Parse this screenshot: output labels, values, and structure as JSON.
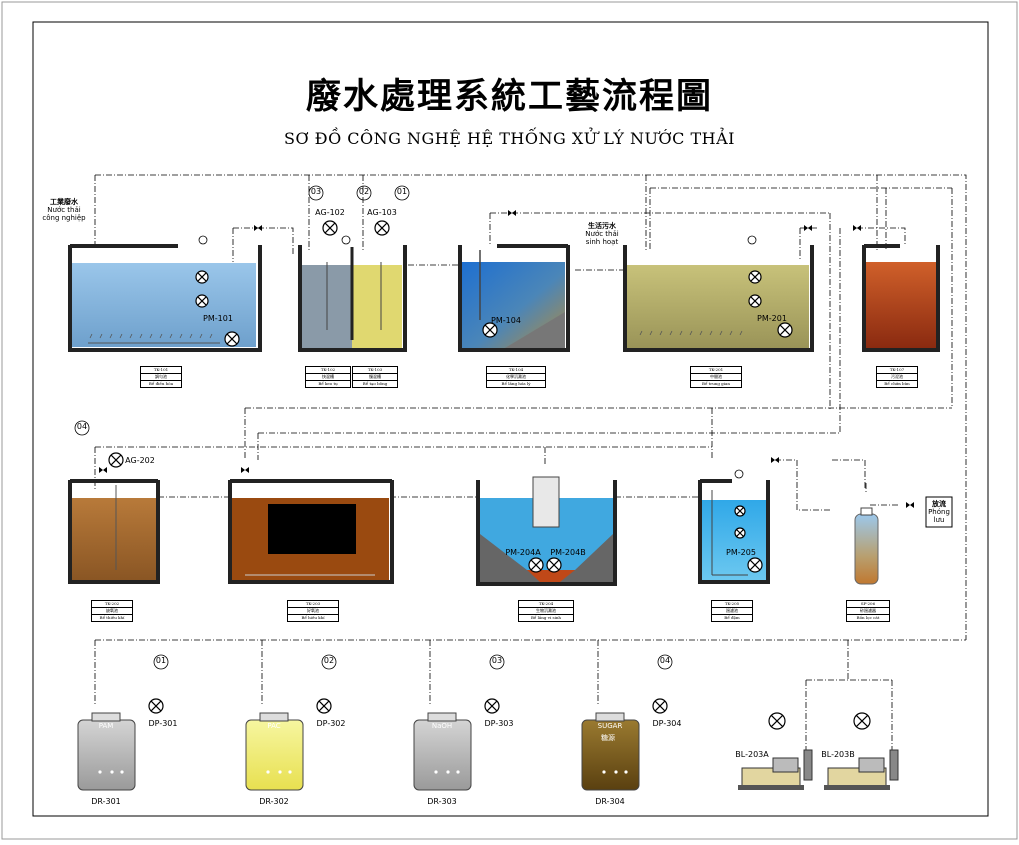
{
  "title": "廢水處理系統工藝流程圖",
  "subtitle": "SƠ ĐỒ CÔNG NGHỆ HỆ THỐNG XỬ LÝ NƯỚC THẢI",
  "inlets": {
    "industrial": [
      "工業廢水",
      "Nước thải",
      "công nghiệp"
    ],
    "domestic": [
      "生活污水",
      "Nước thải",
      "sinh hoạt"
    ],
    "discharge": [
      "放流",
      "Phóng",
      "lưu"
    ]
  },
  "tanks": [
    {
      "id": "TK-101",
      "cn": "調勻池",
      "vn": "Bể điều hòa"
    },
    {
      "id": "TK-102",
      "cn": "快混槽",
      "vn": "Bể keo tụ"
    },
    {
      "id": "TK-103",
      "cn": "慢混槽",
      "vn": "Bể tạo bông"
    },
    {
      "id": "TK-104",
      "cn": "化學沉澱池",
      "vn": "Bể lắng hóa lý"
    },
    {
      "id": "TK-201",
      "cn": "中間池",
      "vn": "Bể trung gian"
    },
    {
      "id": "TK-107",
      "cn": "污泥池",
      "vn": "Bể chứa bùn"
    },
    {
      "id": "TK-202",
      "cn": "缺氧池",
      "vn": "Bể thiếu khí"
    },
    {
      "id": "TK-203",
      "cn": "好氧池",
      "vn": "Bể hiếu khí"
    },
    {
      "id": "TK-204",
      "cn": "生物沉澱池",
      "vn": "Bể lắng vi sinh"
    },
    {
      "id": "TK-205",
      "cn": "過濾池",
      "vn": "Bể đệm"
    },
    {
      "id": "SF-206",
      "cn": "砂過濾器",
      "vn": "Bồn lọc cát"
    }
  ],
  "pumps": [
    "PM-101",
    "PM-104",
    "PM-201",
    "PM-204A",
    "PM-204B",
    "PM-205"
  ],
  "agitators": [
    "AG-102",
    "AG-103",
    "AG-202"
  ],
  "chem_markers": [
    "01",
    "02",
    "03",
    "04"
  ],
  "chem_tanks": [
    {
      "tag": "PAM",
      "id": "DR-301",
      "pump": "DP-301",
      "marker": "01",
      "sub": ""
    },
    {
      "tag": "PAC",
      "id": "DR-302",
      "pump": "DP-302",
      "marker": "02",
      "sub": ""
    },
    {
      "tag": "NaOH",
      "id": "DR-303",
      "pump": "DP-303",
      "marker": "03",
      "sub": ""
    },
    {
      "tag": "SUGAR",
      "id": "DR-304",
      "pump": "DP-304",
      "marker": "04",
      "sub": "糖源"
    }
  ],
  "blowers": [
    "BL-203A",
    "BL-203B"
  ],
  "colors": {
    "tk101": "#8ab8e0",
    "tk102": "#8a9aa8",
    "tk103": "#e0d870",
    "tk104a": "#1e6fd0",
    "tk104b": "#b08a40",
    "tk201": "#b8b068",
    "tk107a": "#c05020",
    "tk107b": "#8a2a10",
    "tk202": "#a86a30",
    "tk203": "#9a4a10",
    "tk204": "#40a8e0",
    "sludge": "#c04818",
    "tk205": "#40b0e8",
    "sf206a": "#90c0e8",
    "sf206b": "#c07830",
    "pam": "#b8b8b8",
    "pac": "#f0f07c",
    "naoh": "#b8b8b8",
    "sugar": "#7a6020",
    "wall": "#222222"
  }
}
